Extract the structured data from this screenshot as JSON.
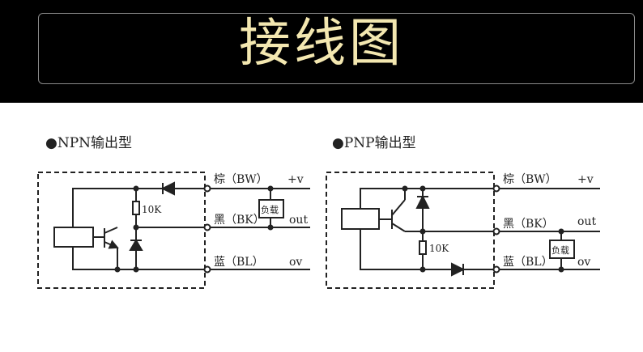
{
  "header": {
    "title": "接线图",
    "title_color": "#f3e7b0"
  },
  "diagrams": [
    {
      "id": "npn",
      "title": "NPN输出型",
      "bullet": "●",
      "wires": [
        {
          "label": "棕（BW）",
          "signal": "+v"
        },
        {
          "label": "黑（BK）",
          "signal": "out"
        },
        {
          "label": "蓝（BL）",
          "signal": "ov"
        }
      ],
      "resistor": "10K",
      "load": "负载"
    },
    {
      "id": "pnp",
      "title": "PNP输出型",
      "bullet": "●",
      "wires": [
        {
          "label": "棕（BW）",
          "signal": "+v"
        },
        {
          "label": "黑（BK）",
          "signal": "out"
        },
        {
          "label": "蓝（BL）",
          "signal": "ov"
        }
      ],
      "resistor": "10K",
      "load": "负载"
    }
  ]
}
